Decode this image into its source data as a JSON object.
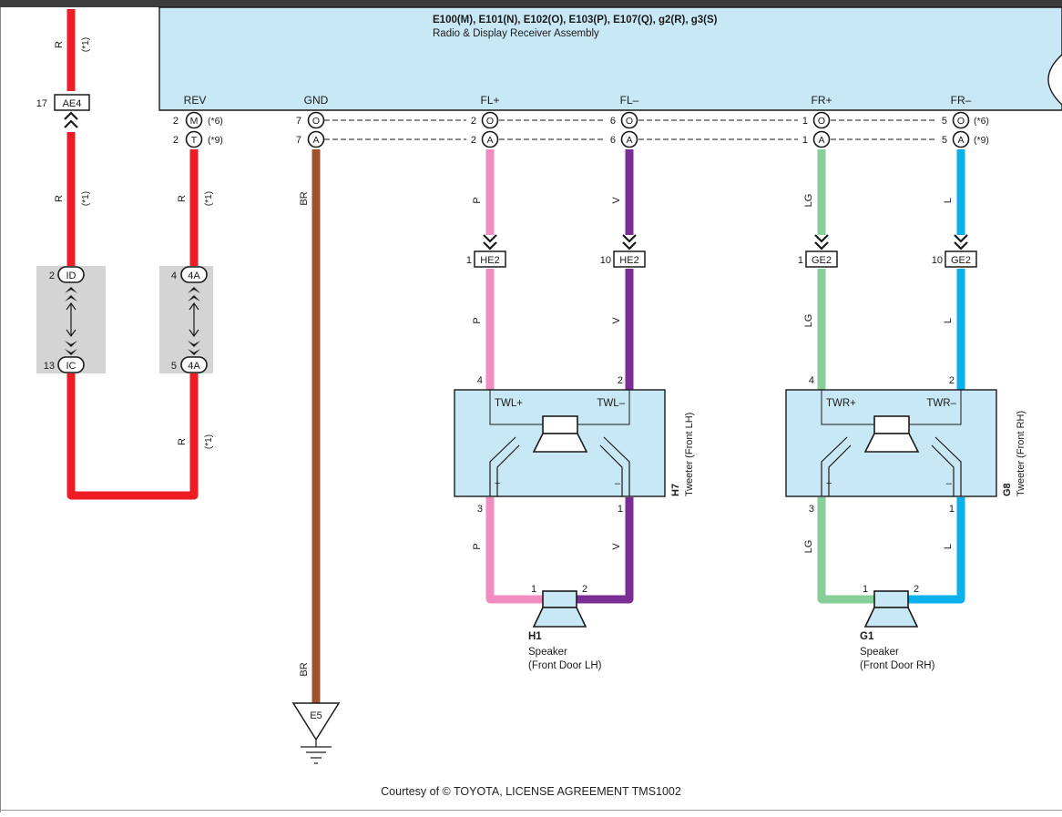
{
  "receiver": {
    "codes": "E100(M), E101(N), E102(O), E103(P), E107(Q), g2(R), g3(S)",
    "name": "Radio & Display Receiver Assembly",
    "fill": "#c8e8f6"
  },
  "terminals": {
    "rev": "REV",
    "gnd": "GND",
    "flp": "FL+",
    "flm": "FL–",
    "frp": "FR+",
    "frm": "FR–"
  },
  "pins": {
    "rev_top": "2",
    "rev_bot": "2",
    "rev_top_letter": "M",
    "rev_bot_letter": "T",
    "rev_top_note": "(*6)",
    "rev_bot_note": "(*9)",
    "gnd_top": "7",
    "gnd_bot": "7",
    "o": "O",
    "a": "A",
    "flp_top": "2",
    "flp_bot": "2",
    "flm_top": "6",
    "flm_bot": "6",
    "frp_top": "1",
    "frp_bot": "1",
    "frm_top": "5",
    "frm_bot": "5",
    "frm_top_note": "(*6)",
    "frm_bot_note": "(*9)"
  },
  "connectors": {
    "ae4_pin": "17",
    "ae4": "AE4",
    "id_pin": "2",
    "id": "ID",
    "ic_pin": "13",
    "ic": "IC",
    "fa_top_pin": "4",
    "fa_bot_pin": "5",
    "fa": "4A",
    "he2_a_pin": "1",
    "he2_b_pin": "10",
    "he2": "HE2",
    "ge2_a_pin": "1",
    "ge2_b_pin": "10",
    "ge2": "GE2"
  },
  "wires": {
    "r": "R",
    "note1": "(*1)",
    "br": "BR",
    "p": "P",
    "v": "V",
    "lg": "LG",
    "l": "L",
    "colors": {
      "red": "#ee1c25",
      "brown": "#a0522d",
      "pink": "#f08cc0",
      "purple": "#7b2d96",
      "green": "#86cf98",
      "blue": "#0ab0ec"
    }
  },
  "tweeter_lh": {
    "id": "H7",
    "name": "Tweeter (Front LH)",
    "plus_label": "TWL+",
    "minus_label": "TWL–",
    "pin_in_plus": "4",
    "pin_in_minus": "2",
    "pin_out_plus": "3",
    "pin_out_minus": "1",
    "plus": "+",
    "minus": "–"
  },
  "tweeter_rh": {
    "id": "G8",
    "name": "Tweeter (Front RH)",
    "plus_label": "TWR+",
    "minus_label": "TWR–",
    "pin_in_plus": "4",
    "pin_in_minus": "2",
    "pin_out_plus": "3",
    "pin_out_minus": "1",
    "plus": "+",
    "minus": "–"
  },
  "speaker_lh": {
    "id": "H1",
    "name": "Speaker",
    "location": "(Front Door LH)",
    "pin1": "1",
    "pin2": "2"
  },
  "speaker_rh": {
    "id": "G1",
    "name": "Speaker",
    "location": "(Front Door RH)",
    "pin1": "1",
    "pin2": "2"
  },
  "ground": {
    "label": "E5"
  },
  "footer": "Courtesy of © TOYOTA, LICENSE AGREEMENT TMS1002"
}
